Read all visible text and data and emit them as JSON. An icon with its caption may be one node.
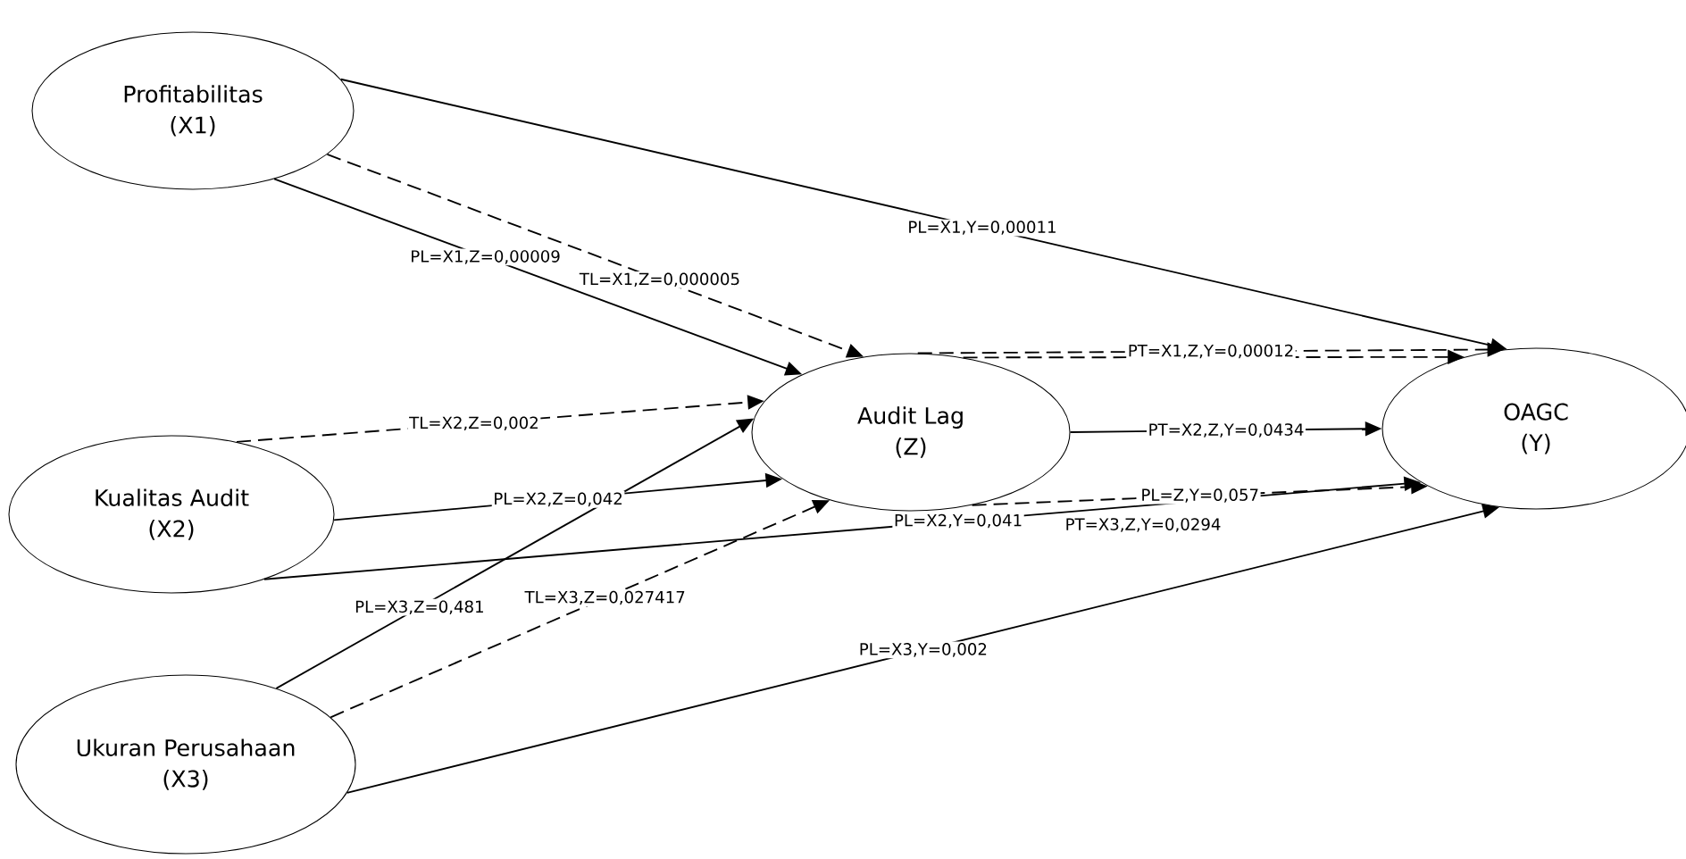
{
  "diagram": {
    "nodes": [
      {
        "text": [
          "Profitabilitas",
          "(X1)"
        ]
      },
      {
        "text": [
          "Kualitas Audit",
          "(X2)"
        ]
      },
      {
        "text": [
          "Ukuran Perusahaan",
          "(X3)"
        ]
      },
      {
        "text": [
          "Audit Lag",
          "(Z)"
        ]
      },
      {
        "text": [
          "OAGC",
          "(Y)"
        ]
      }
    ],
    "edges": [
      {
        "from": 0,
        "to": 4,
        "arrow": "to",
        "label": "PL=X1,Y=0,00011"
      },
      {
        "from": 0,
        "to": 3,
        "arrow": "to",
        "label": "PL=X1,Z=0,00009"
      },
      {
        "from": 0,
        "to": 3,
        "arrow": "to",
        "style": "dashed",
        "label": "TL=X1,Z=0,000005"
      },
      {
        "from": 1,
        "to": 3,
        "arrow": "to",
        "style": "dashed",
        "label": "TL=X2,Z=0,002"
      },
      {
        "from": 1,
        "to": 3,
        "arrow": "to",
        "label": "PL=X2,Z=0,042"
      },
      {
        "from": 1,
        "to": 4,
        "arrow": "to",
        "label": "PL=X2,Y=0,041"
      },
      {
        "from": 2,
        "to": 3,
        "arrow": "to",
        "label": "PL=X3,Z=0,481"
      },
      {
        "from": 2,
        "to": 3,
        "arrow": "to",
        "style": "dashed",
        "label": "TL=X3,Z=0,027417"
      },
      {
        "from": 2,
        "to": 4,
        "arrow": "to",
        "label": "PL=X3,Y=0,002"
      },
      {
        "from": 3,
        "to": 4,
        "arrow": "to",
        "style": "dashed",
        "label": "PT=X1,Z,Y=0,00012"
      },
      {
        "from": 3,
        "to": 4,
        "arrow": "to",
        "style": "dashed"
      },
      {
        "from": 3,
        "to": 4,
        "arrow": "to",
        "label": "PT=X2,Z,Y=0,0434"
      },
      {
        "from": 3,
        "to": 4,
        "arrow": "to",
        "style": "dashed",
        "label": "PL=Z,Y=0,057"
      }
    ],
    "labels": [
      "PT=X3,Z,Y=0,0294"
    ]
  }
}
